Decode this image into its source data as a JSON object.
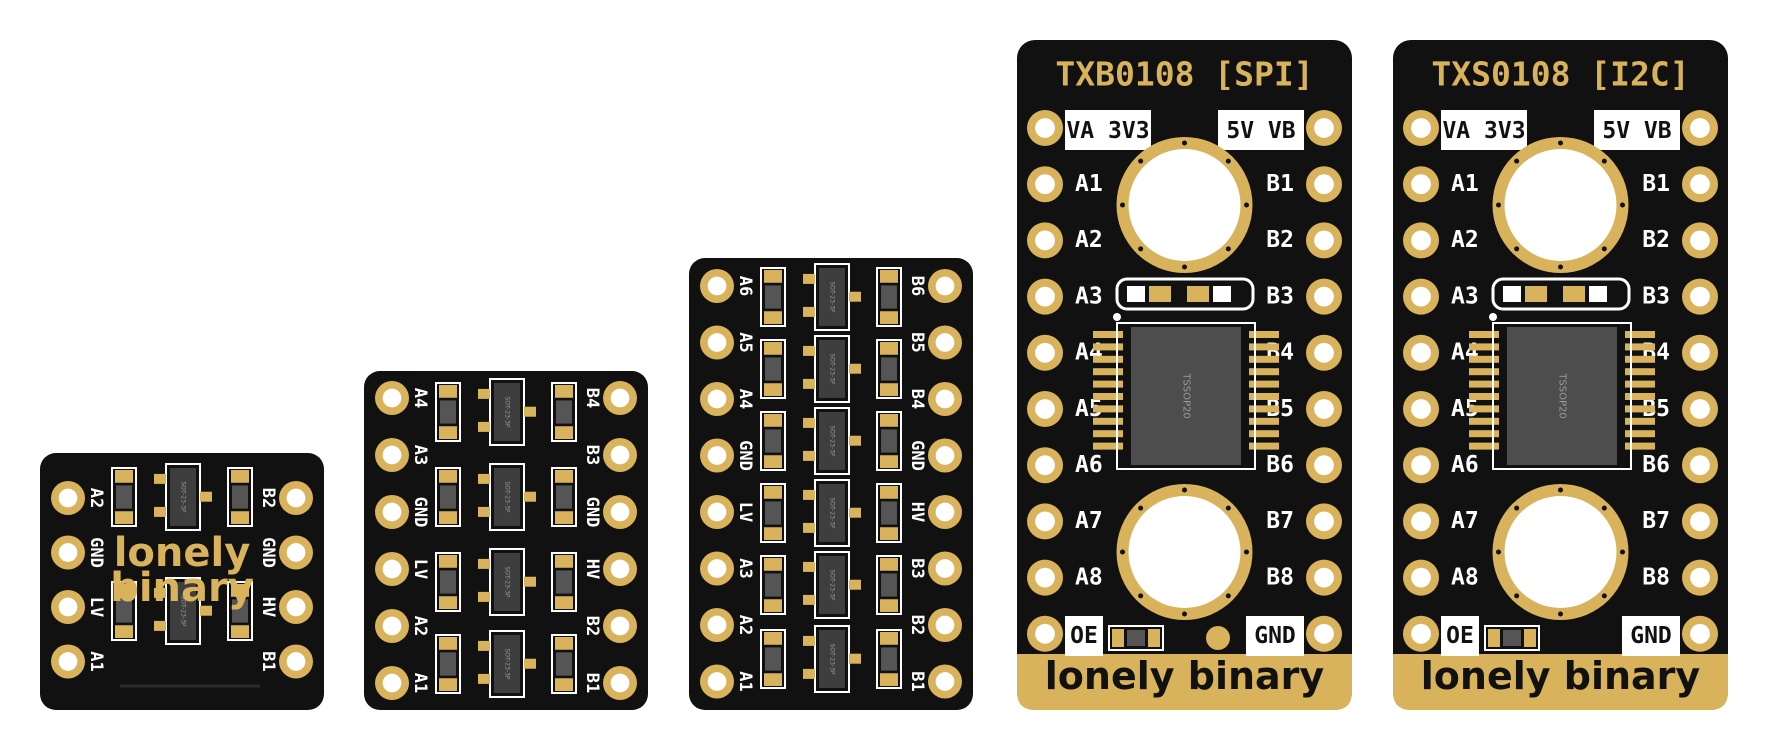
{
  "colors": {
    "pcb": "#111111",
    "gold": "#d9b25c",
    "silk": "#ffffff",
    "chip": "#555555",
    "background": "#ffffff"
  },
  "board1": {
    "left_labels": [
      "A2",
      "GND",
      "LV",
      "A1"
    ],
    "right_labels": [
      "B2",
      "GND",
      "HV",
      "B1"
    ],
    "brand_line1": "lonely",
    "brand_line2": "binary",
    "transistor_marking": "SOT-23-3P"
  },
  "board2": {
    "left_labels": [
      "A4",
      "A3",
      "GND",
      "LV",
      "A2",
      "A1"
    ],
    "right_labels": [
      "B4",
      "B3",
      "GND",
      "HV",
      "B2",
      "B1"
    ],
    "transistor_marking": "SOT-23-3P"
  },
  "board3": {
    "left_labels": [
      "A6",
      "A5",
      "A4",
      "GND",
      "LV",
      "A3",
      "A2",
      "A1"
    ],
    "right_labels": [
      "B6",
      "B5",
      "B4",
      "GND",
      "HV",
      "B3",
      "B2",
      "B1"
    ],
    "transistor_marking": "SOT-23-3P"
  },
  "board4": {
    "title": "TXB0108 [SPI]",
    "va_label": "VA 3V3",
    "vb_label": "5V VB",
    "left_labels": [
      "A1",
      "A2",
      "A3",
      "A4",
      "A5",
      "A6",
      "A7",
      "A8"
    ],
    "right_labels": [
      "B1",
      "B2",
      "B3",
      "B4",
      "B5",
      "B6",
      "B7",
      "B8"
    ],
    "oe_label": "OE",
    "gnd_label": "GND",
    "chip_marking": "TSSOP20",
    "brand": "lonely binary"
  },
  "board5": {
    "title": "TXS0108 [I2C]",
    "va_label": "VA 3V3",
    "vb_label": "5V VB",
    "left_labels": [
      "A1",
      "A2",
      "A3",
      "A4",
      "A5",
      "A6",
      "A7",
      "A8"
    ],
    "right_labels": [
      "B1",
      "B2",
      "B3",
      "B4",
      "B5",
      "B6",
      "B7",
      "B8"
    ],
    "oe_label": "OE",
    "gnd_label": "GND",
    "chip_marking": "TSSOP20",
    "brand": "lonely binary"
  }
}
